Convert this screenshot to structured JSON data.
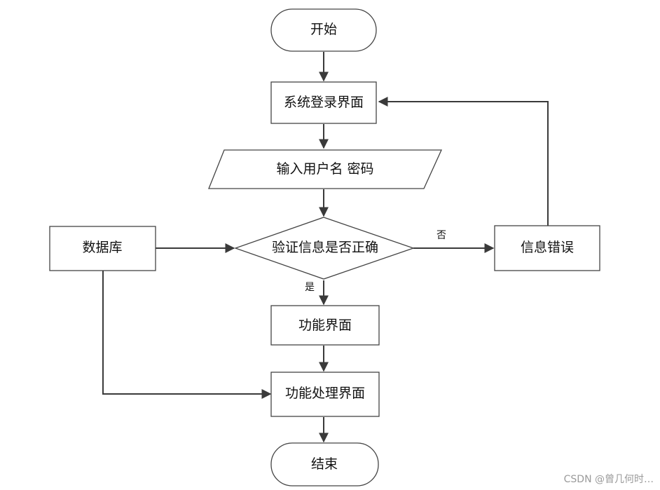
{
  "nodes": {
    "start": "开始",
    "login": "系统登录界面",
    "input": "输入用户名 密码",
    "verify": "验证信息是否正确",
    "database": "数据库",
    "error": "信息错误",
    "function": "功能界面",
    "process": "功能处理界面",
    "end": "结束"
  },
  "edges": {
    "no_label": "否",
    "yes_label": "是"
  },
  "watermark": "CSDN @曾几何时…"
}
